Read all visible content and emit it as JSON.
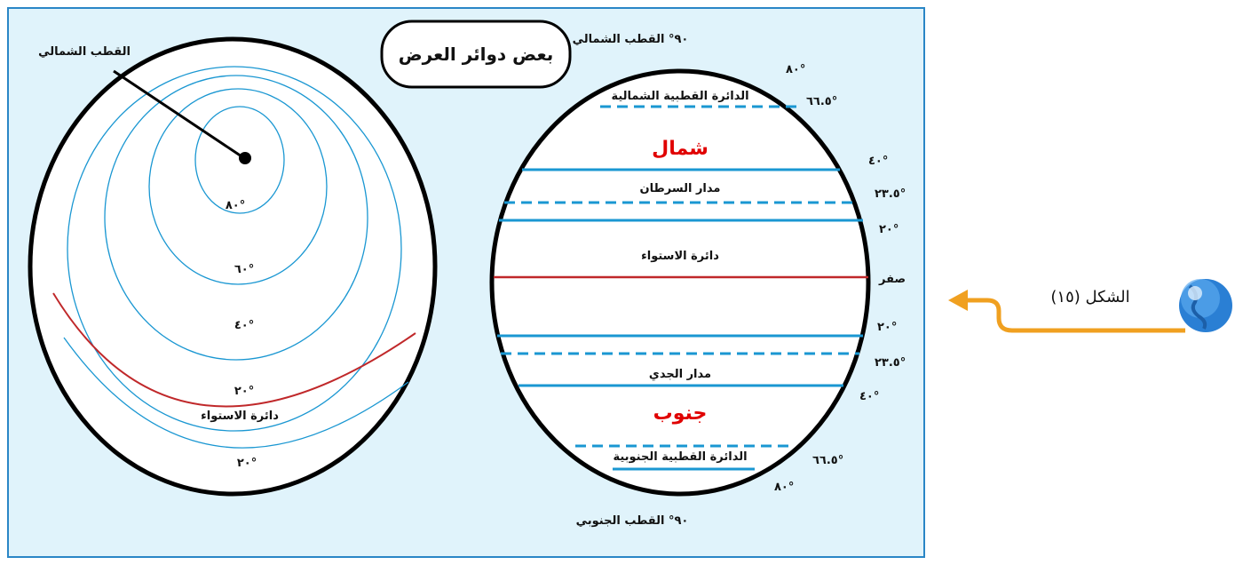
{
  "title": "بعض دوائر العرض",
  "left_globe": {
    "pole_label": "القطب الشمالي",
    "lat_labels": [
      "٨٠°",
      "٦٠°",
      "٤٠°",
      "٢٠°",
      "٢٠°"
    ],
    "equator_label": "دائرة الاستواء"
  },
  "right_globe": {
    "north_pole_label": "٩٠° القطب الشمالي",
    "south_pole_label": "٩٠° القطب الجنوبي",
    "arctic_circle": "الدائرة القطبية الشمالية",
    "north": "شمال",
    "tropic_cancer": "مدار السرطان",
    "equator": "دائرة الاستواء",
    "tropic_capricorn": "مدار الجدي",
    "south": "جنوب",
    "antarctic_circle": "الدائرة القطبية الجنوبية",
    "side_labels": [
      "٨٠°",
      "٦٦.٥°",
      "٤٠°",
      "٢٣.٥°",
      "٢٠°",
      "صفر",
      "٢٠°",
      "٢٣.٥°",
      "٤٠°",
      "٦٦.٥°",
      "٨٠°"
    ]
  },
  "figure_label": "الشكل (١٥)",
  "colors": {
    "panel_bg": "#e0f3fb",
    "panel_border": "#2a86c6",
    "lat_line": "#1a97d2",
    "red_line": "#c0282a",
    "arrow": "#f0a020",
    "title_north_south": "#e00000"
  },
  "icons": [
    "globe-icon",
    "curved-arrow-icon"
  ]
}
